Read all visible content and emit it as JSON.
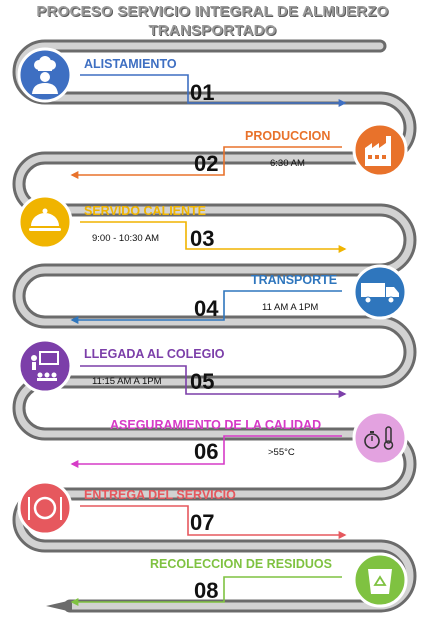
{
  "title": {
    "line1": "PROCESO SERVICIO INTEGRAL DE ALMUERZO",
    "line2": "TRANSPORTADO"
  },
  "steps": [
    {
      "number": "01",
      "label": "ALISTAMIENTO",
      "time": "",
      "color": "#3e6fc2",
      "icon": "chef-icon"
    },
    {
      "number": "02",
      "label": "PRODUCCION",
      "time": "6:30 AM",
      "color": "#e8722b",
      "icon": "factory-icon"
    },
    {
      "number": "03",
      "label": "SERVIDO CALIENTE",
      "time": "9:00 - 10:30 AM",
      "color": "#f0b400",
      "icon": "serving-cloche-icon"
    },
    {
      "number": "04",
      "label": "TRANSPORTE",
      "time": "11 AM A 1PM",
      "color": "#2f76bd",
      "icon": "truck-icon"
    },
    {
      "number": "05",
      "label": "LLEGADA AL COLEGIO",
      "time": "11:15 AM A 1PM",
      "color": "#7c3fa9",
      "icon": "classroom-icon"
    },
    {
      "number": "06",
      "label": "ASEGURAMIENTO DE LA CALIDAD",
      "time": ">55°C",
      "color": "#d63bc7",
      "icon": "stopwatch-thermometer-icon"
    },
    {
      "number": "07",
      "label": "ENTREGA DEL SERVICIO",
      "time": "",
      "color": "#e6585e",
      "icon": "plate-cutlery-icon"
    },
    {
      "number": "08",
      "label": "RECOLECCION DE RESIDUOS",
      "time": "",
      "color": "#7fc241",
      "icon": "recycle-bin-icon"
    }
  ]
}
